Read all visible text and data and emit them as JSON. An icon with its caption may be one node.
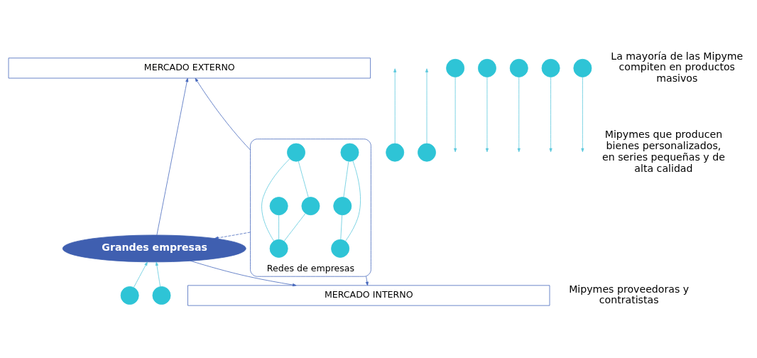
{
  "diagram": {
    "nodes": [
      {
        "text": [
          "MERCADO EXTERNO"
        ]
      },
      {
        "text": [],
        "shape": "circle"
      },
      {
        "text": [],
        "shape": "circle"
      },
      {
        "text": [
          "Grandes empresas"
        ]
      },
      {
        "text": [],
        "shape": "circle"
      },
      {
        "text": [],
        "shape": "circle"
      },
      {
        "text": [],
        "shape": "circle"
      },
      {
        "text": [],
        "shape": "circle"
      },
      {
        "text": [],
        "shape": "circle"
      },
      {
        "text": [],
        "shape": "circle"
      },
      {
        "text": [],
        "shape": "circle"
      },
      {
        "text": [
          "Redes de empresas"
        ]
      },
      {
        "text": [],
        "shape": "circle",
        "in": 11
      },
      {
        "text": [],
        "shape": "circle",
        "in": 11
      },
      {
        "text": [],
        "shape": "circle",
        "in": 11
      },
      {
        "text": [],
        "shape": "circle",
        "in": 11
      },
      {
        "text": [],
        "shape": "circle",
        "in": 11
      },
      {
        "text": [],
        "shape": "circle",
        "in": 11
      },
      {
        "text": [],
        "shape": "circle",
        "in": 11
      },
      {
        "text": [
          "MERCADO INTERNO"
        ]
      }
    ],
    "edges": [
      {
        "from": 1,
        "to": null,
        "arrow": "to"
      },
      {
        "from": 2,
        "to": null,
        "arrow": "to"
      },
      {
        "from": 3,
        "to": 0,
        "arrow": "to",
        "color": "#4466bb"
      },
      {
        "from": 4,
        "to": null,
        "arrow": "to"
      },
      {
        "from": 5,
        "to": null,
        "arrow": "to"
      },
      {
        "from": 6,
        "to": null,
        "arrow": "to"
      },
      {
        "from": 7,
        "to": null,
        "arrow": "to"
      },
      {
        "from": 8,
        "to": null,
        "arrow": "to"
      },
      {
        "from": 9,
        "to": 3,
        "arrow": "to"
      },
      {
        "from": 10,
        "to": 3,
        "arrow": "to"
      },
      {
        "from": 11,
        "to": 0,
        "arrow": "to",
        "color": "#4466bb"
      },
      {
        "from": 11,
        "to": 3,
        "arrow": "to",
        "style": "dashed",
        "color": "#4466bb"
      },
      {
        "from": 13,
        "to": 12,
        "arrow": "none"
      },
      {
        "from": 13,
        "to": 14,
        "arrow": "none"
      },
      {
        "from": 12,
        "to": 14,
        "arrow": "none"
      },
      {
        "from": 15,
        "to": 18,
        "arrow": "none"
      },
      {
        "from": 15,
        "to": 17,
        "arrow": "none"
      },
      {
        "from": 16,
        "to": 17,
        "arrow": "none"
      },
      {
        "from": 18,
        "to": 17,
        "arrow": "none"
      },
      {
        "from": 11,
        "to": 19,
        "arrow": "to",
        "color": "#4466bb"
      },
      {
        "from": 3,
        "to": 19,
        "arrow": "to",
        "color": "#4466bb"
      }
    ],
    "labels": [
      "Mipymes que producen bienes personalizados, en series pequeñas y de alta calidad",
      "La mayoría de las Mipyme compiten en productos masivos",
      "Mipymes proveedoras y contratistas"
    ]
  }
}
